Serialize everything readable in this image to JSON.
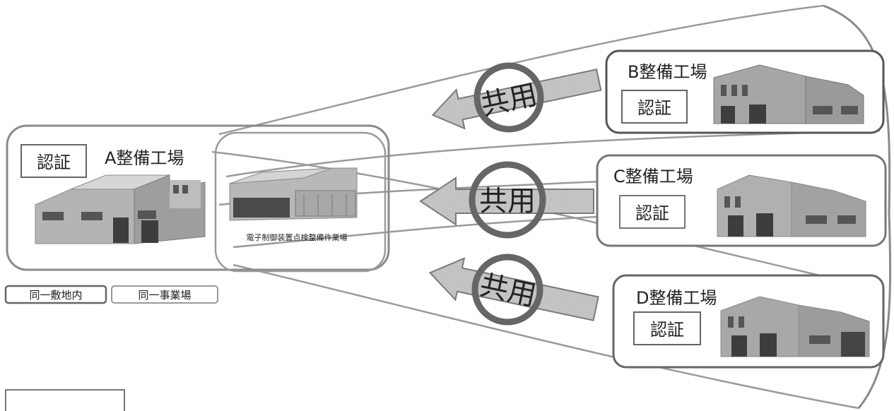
{
  "factories": {
    "a": {
      "name": "A整備工場",
      "cert": "認証"
    },
    "b": {
      "name": "B整備工場",
      "cert": "認証"
    },
    "c": {
      "name": "C整備工場",
      "cert": "認証"
    },
    "d": {
      "name": "D整備工場",
      "cert": "認証"
    }
  },
  "workshop": {
    "label": "電子制御装置点検整備作業場"
  },
  "shared": {
    "top": "共用",
    "middle": "共用",
    "bottom": "共用"
  },
  "legend": {
    "same_site": "同一敷地内",
    "same_business": "同一事業場"
  },
  "colors": {
    "line_gray": "#8a8a8a",
    "line_dark": "#555555",
    "circle": "#6b6b6b",
    "arrow_fill": "#c9c9c9",
    "text": "#222222"
  }
}
